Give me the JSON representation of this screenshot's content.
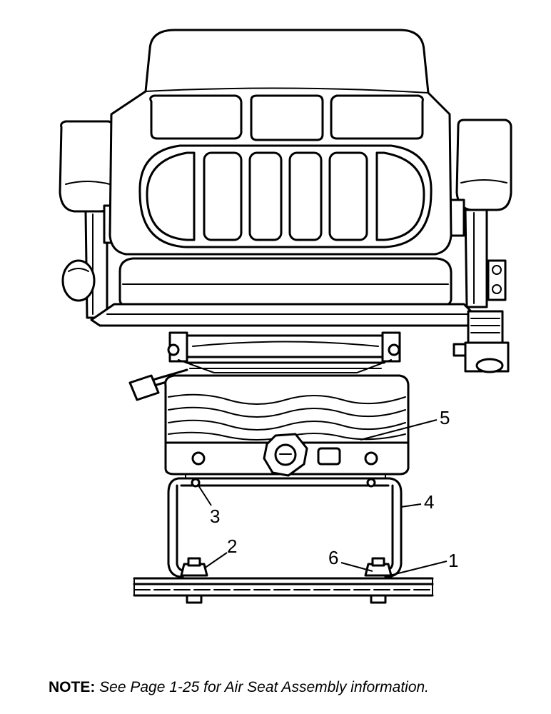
{
  "callouts": [
    {
      "id": "1",
      "label": "1"
    },
    {
      "id": "2",
      "label": "2"
    },
    {
      "id": "3",
      "label": "3"
    },
    {
      "id": "4",
      "label": "4"
    },
    {
      "id": "5",
      "label": "5"
    },
    {
      "id": "6",
      "label": "6"
    }
  ],
  "note": {
    "label": "NOTE:",
    "text": "See Page 1-25 for Air Seat Assembly information."
  }
}
